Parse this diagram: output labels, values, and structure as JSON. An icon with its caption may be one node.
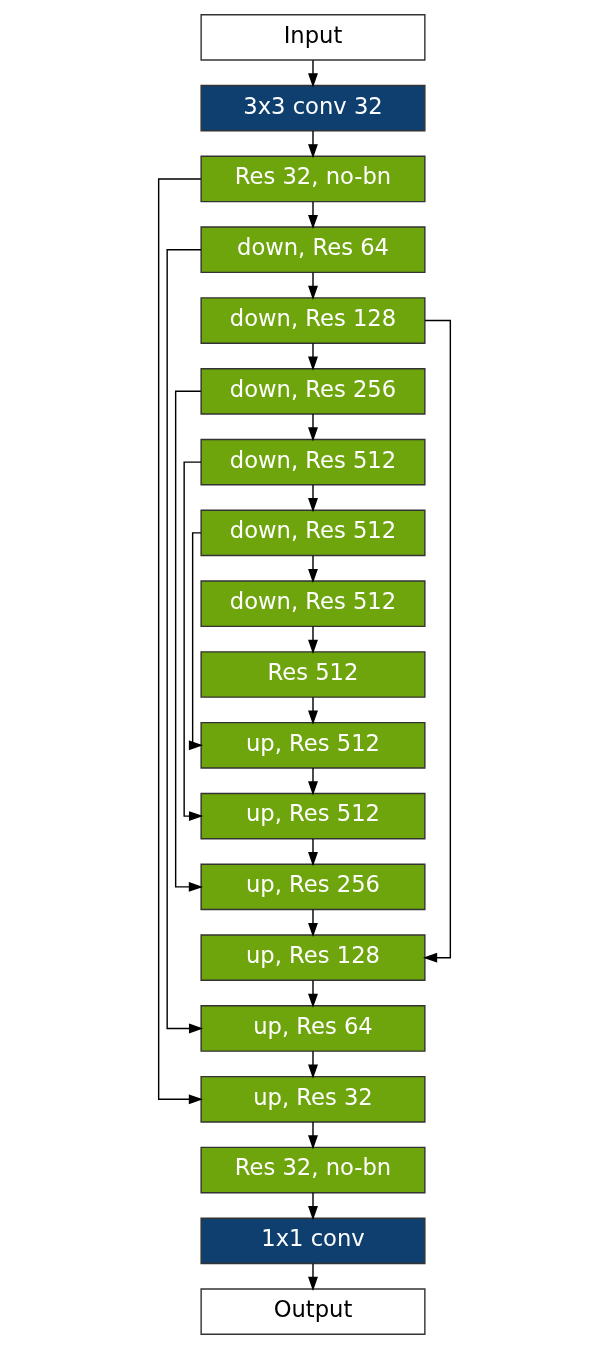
{
  "diagram": {
    "nodes": [
      {
        "text": [
          "Input"
        ]
      },
      {
        "text": [
          "3x3 conv 32"
        ]
      },
      {
        "text": [
          "Res 32, no-bn"
        ]
      },
      {
        "text": [
          "down, Res 64"
        ]
      },
      {
        "text": [
          "down, Res 128"
        ]
      },
      {
        "text": [
          "down, Res 256"
        ]
      },
      {
        "text": [
          "down, Res 512"
        ]
      },
      {
        "text": [
          "down, Res 512"
        ]
      },
      {
        "text": [
          "down, Res 512"
        ]
      },
      {
        "text": [
          "Res 512"
        ]
      },
      {
        "text": [
          "up, Res 512"
        ]
      },
      {
        "text": [
          "up, Res 512"
        ]
      },
      {
        "text": [
          "up, Res 256"
        ]
      },
      {
        "text": [
          "up, Res 128"
        ]
      },
      {
        "text": [
          "up, Res 64"
        ]
      },
      {
        "text": [
          "up, Res 32"
        ]
      },
      {
        "text": [
          "Res 32, no-bn"
        ]
      },
      {
        "text": [
          "1x1 conv"
        ]
      },
      {
        "text": [
          "Output"
        ]
      }
    ],
    "edges": [
      {
        "from": 0,
        "to": 1,
        "arrow": "to"
      },
      {
        "from": 1,
        "to": 2,
        "arrow": "to"
      },
      {
        "from": 2,
        "to": 3,
        "arrow": "to"
      },
      {
        "from": 3,
        "to": 4,
        "arrow": "to"
      },
      {
        "from": 4,
        "to": 5,
        "arrow": "to"
      },
      {
        "from": 5,
        "to": 6,
        "arrow": "to"
      },
      {
        "from": 6,
        "to": 7,
        "arrow": "to"
      },
      {
        "from": 7,
        "to": 8,
        "arrow": "to"
      },
      {
        "from": 8,
        "to": 9,
        "arrow": "to"
      },
      {
        "from": 9,
        "to": 10,
        "arrow": "to"
      },
      {
        "from": 10,
        "to": 11,
        "arrow": "to"
      },
      {
        "from": 11,
        "to": 12,
        "arrow": "to"
      },
      {
        "from": 12,
        "to": 13,
        "arrow": "to"
      },
      {
        "from": 13,
        "to": 14,
        "arrow": "to"
      },
      {
        "from": 14,
        "to": 15,
        "arrow": "to"
      },
      {
        "from": 15,
        "to": 16,
        "arrow": "to"
      },
      {
        "from": 16,
        "to": 17,
        "arrow": "to"
      },
      {
        "from": 17,
        "to": 18,
        "arrow": "to"
      },
      {
        "from": 2,
        "to": 15,
        "arrow": "to"
      },
      {
        "from": 3,
        "to": 14,
        "arrow": "to"
      },
      {
        "from": 4,
        "to": 13,
        "arrow": "to"
      },
      {
        "from": 5,
        "to": 12,
        "arrow": "to"
      },
      {
        "from": 6,
        "to": 11,
        "arrow": "to"
      },
      {
        "from": 7,
        "to": 10,
        "arrow": "to"
      }
    ]
  }
}
